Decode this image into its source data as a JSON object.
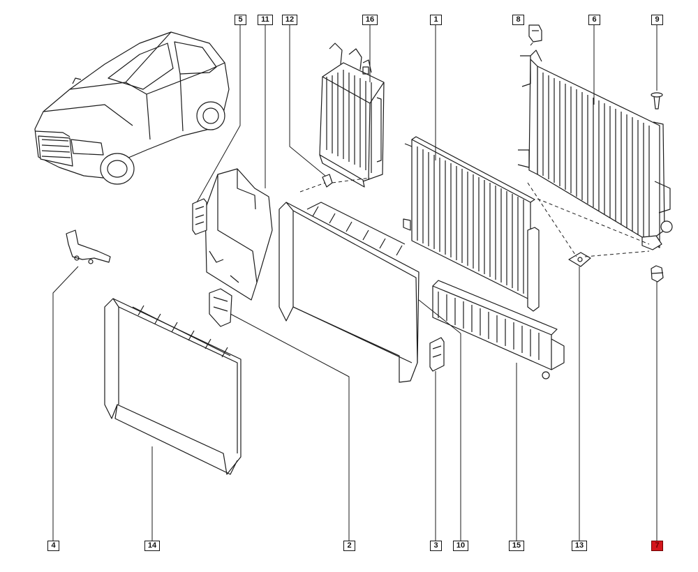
{
  "callouts": [
    {
      "id": "c5",
      "label": "5"
    },
    {
      "id": "c11",
      "label": "11"
    },
    {
      "id": "c12",
      "label": "12"
    },
    {
      "id": "c16",
      "label": "16"
    },
    {
      "id": "c1",
      "label": "1"
    },
    {
      "id": "c8",
      "label": "8"
    },
    {
      "id": "c6",
      "label": "6"
    },
    {
      "id": "c9",
      "label": "9"
    },
    {
      "id": "c4",
      "label": "4"
    },
    {
      "id": "c14",
      "label": "14"
    },
    {
      "id": "c2",
      "label": "2"
    },
    {
      "id": "c3",
      "label": "3"
    },
    {
      "id": "c10",
      "label": "10"
    },
    {
      "id": "c15",
      "label": "15"
    },
    {
      "id": "c13",
      "label": "13"
    },
    {
      "id": "c7",
      "label": "7"
    }
  ],
  "highlighted_part": "7",
  "highlight_color": "#d4161c"
}
